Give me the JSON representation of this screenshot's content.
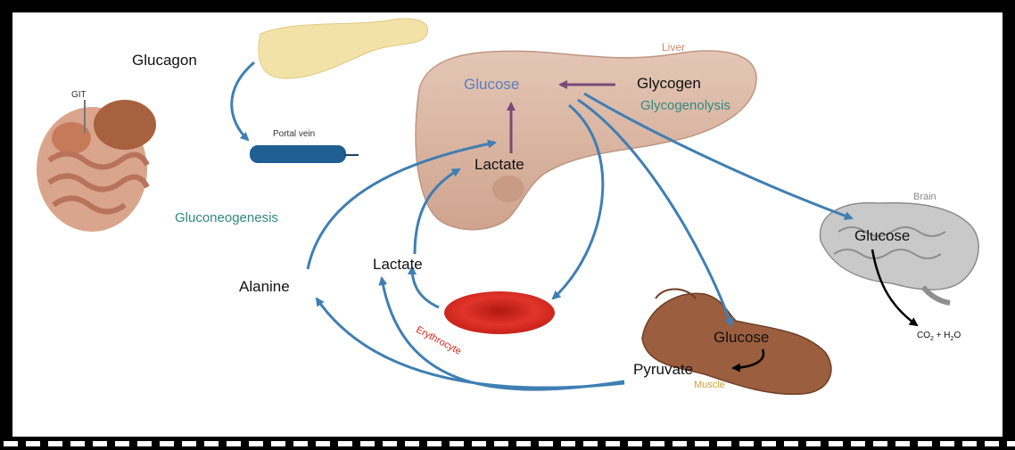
{
  "labels": {
    "glucagon": "Glucagon",
    "git": "GIT",
    "portal_vein": "Portal vein",
    "liver": "Liver",
    "glucose_liver": "Glucose",
    "glycogen": "Glycogen",
    "glycogenolysis": "Glycogenolysis",
    "lactate_liver": "Lactate",
    "gluconeogenesis": "Gluconeogenesis",
    "lactate": "Lactate",
    "alanine": "Alanine",
    "erythrocyte": "Erythrocyte",
    "brain": "Brain",
    "glucose_brain": "Glucose",
    "co2": "CO",
    "co2_sub": "2",
    "plus": " + H",
    "h2o_sub": "2",
    "h2o_o": "O",
    "glucose_muscle": "Glucose",
    "pyruvate": "Pyruvate",
    "muscle": "Muscle"
  },
  "colors": {
    "arrow_blue": "#3f7fb3",
    "arrow_purple": "#7a4a78",
    "teal_text": "#2f8a80",
    "liver_fill": "#dcb9a6",
    "pancreas_fill": "#f3e2a8",
    "brain_fill": "#c9c9c9",
    "rbc_fill": "#d8261c",
    "muscle_fill": "#9b5e3e",
    "vein_fill": "#1f5f94"
  }
}
